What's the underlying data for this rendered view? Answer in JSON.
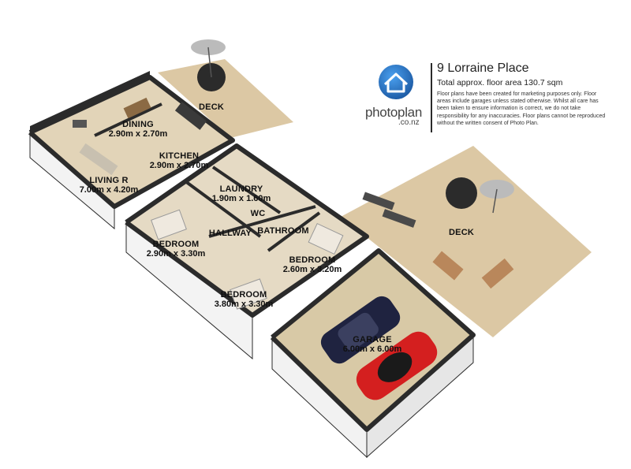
{
  "header": {
    "address": "9 Lorraine Place",
    "floor_area": "Total approx. floor area 130.7 sqm",
    "disclaimer": "Floor plans have been created for marketing purposes only. Floor areas include garages unless stated otherwise. Whilst all care has been taken to ensure information is correct, we do not take responsibility for any inaccuracies. Floor plans cannot be reproduced without the written consent of Photo Plan."
  },
  "brand": {
    "name": "photoplan",
    "sub": ".co.nz",
    "accent": "#1f6fc4"
  },
  "colors": {
    "deck": "#dcc8a4",
    "floor": "#e2d4b8",
    "wall_top": "#2b2b2b",
    "wall_side": "#f2f2f2",
    "garage_floor": "#d8c9a6",
    "car_red": "#d41f1f",
    "car_navy": "#1f2340"
  },
  "rooms": [
    {
      "key": "dining",
      "name": "DINING",
      "dims": "2.90m x 2.70m"
    },
    {
      "key": "kitchen",
      "name": "KITCHEN",
      "dims": "2.90m x 2.70m"
    },
    {
      "key": "living",
      "name": "LIVING R",
      "dims": "7.00m x 4.20m"
    },
    {
      "key": "laundry",
      "name": "LAUNDRY",
      "dims": "1.90m x 1.60m"
    },
    {
      "key": "wc",
      "name": "WC",
      "dims": ""
    },
    {
      "key": "hallway",
      "name": "HALLWAY",
      "dims": ""
    },
    {
      "key": "bathroom",
      "name": "BATHROOM",
      "dims": ""
    },
    {
      "key": "bedroom1",
      "name": "BEDROOM",
      "dims": "2.90m x 3.30m"
    },
    {
      "key": "bedroom2",
      "name": "BEDROOM",
      "dims": "2.60m x 3.20m"
    },
    {
      "key": "bedroom3",
      "name": "BEDROOM",
      "dims": "3.80m x 3.30m"
    },
    {
      "key": "garage",
      "name": "GARAGE",
      "dims": "6.00m x 6.00m"
    },
    {
      "key": "deck1",
      "name": "DECK",
      "dims": ""
    },
    {
      "key": "deck2",
      "name": "DECK",
      "dims": ""
    }
  ]
}
